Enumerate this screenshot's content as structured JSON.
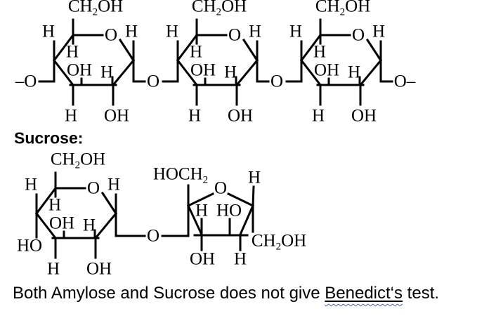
{
  "colors": {
    "ink": "#000000",
    "background": "#ffffff",
    "spellcheck_squiggle": "#4060c8"
  },
  "atoms": {
    "h": "H",
    "o": "O",
    "oh": "OH",
    "ho": "HO",
    "left_terminal": "–O",
    "right_terminal": "O–",
    "ch2oh": {
      "pre": "CH",
      "sub": "2",
      "post": "OH"
    },
    "hoch2": {
      "pre": "HOCH",
      "sub": "2",
      "post": ""
    }
  },
  "sucrose_heading": "Sucrose:",
  "caption": {
    "before": "Both Amylose and Sucrose does not give ",
    "underlined": "Benedict‘s",
    "after": " test."
  }
}
